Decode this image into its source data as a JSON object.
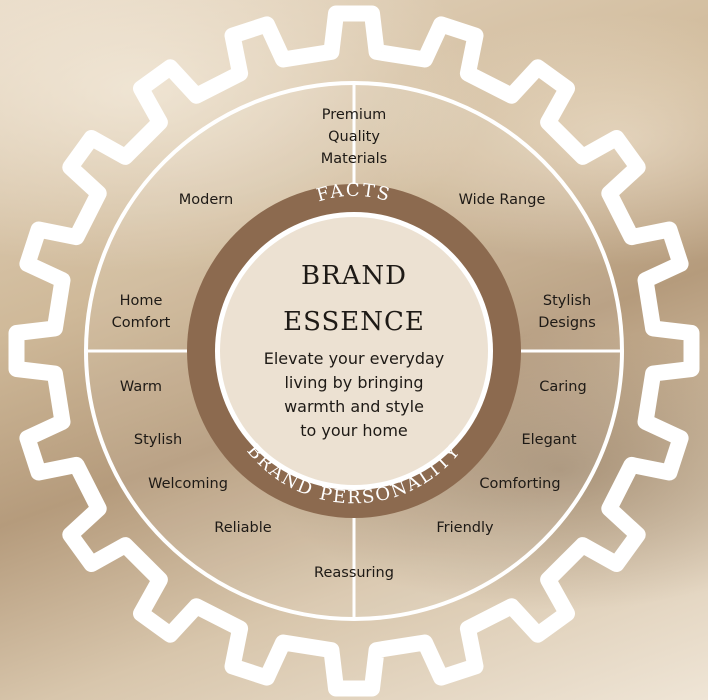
{
  "facts": {
    "label": "FACTS",
    "items": [
      "Premium",
      "Quality",
      "Materials",
      "Wide Range",
      "Stylish",
      "Designs",
      "Home",
      "Comfort",
      "Modern"
    ]
  },
  "personality": {
    "label": "BRAND PERSONALITY",
    "items": [
      "Caring",
      "Elegant",
      "Comforting",
      "Friendly",
      "Reassuring",
      "Reliable",
      "Welcoming",
      "Stylish",
      "Warm"
    ]
  },
  "essence": {
    "title_line1": "BRAND",
    "title_line2": "ESSENCE",
    "tagline": [
      "Elevate your everyday",
      "living by bringing",
      "warmth and style",
      "to your home"
    ]
  },
  "colors": {
    "ring": "#8c6a4f",
    "gear": "#ffffff",
    "text": "#1e1a16"
  }
}
